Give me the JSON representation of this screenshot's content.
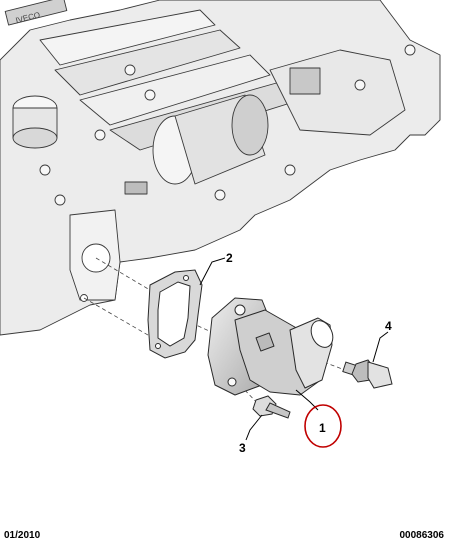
{
  "callouts": {
    "part_1": "1",
    "part_2": "2",
    "part_3": "3",
    "part_4": "4"
  },
  "footer": {
    "date": "01/2010",
    "reference": "00086306"
  },
  "engine_label": "IVECO",
  "colors": {
    "line": "#3a3a3a",
    "fill_light": "#ececec",
    "fill_mid": "#d6d6d6",
    "fill_dark": "#b8b8b8",
    "highlight_circle": "#c00000"
  },
  "icons": {
    "highlight": "red-circle-highlight"
  }
}
